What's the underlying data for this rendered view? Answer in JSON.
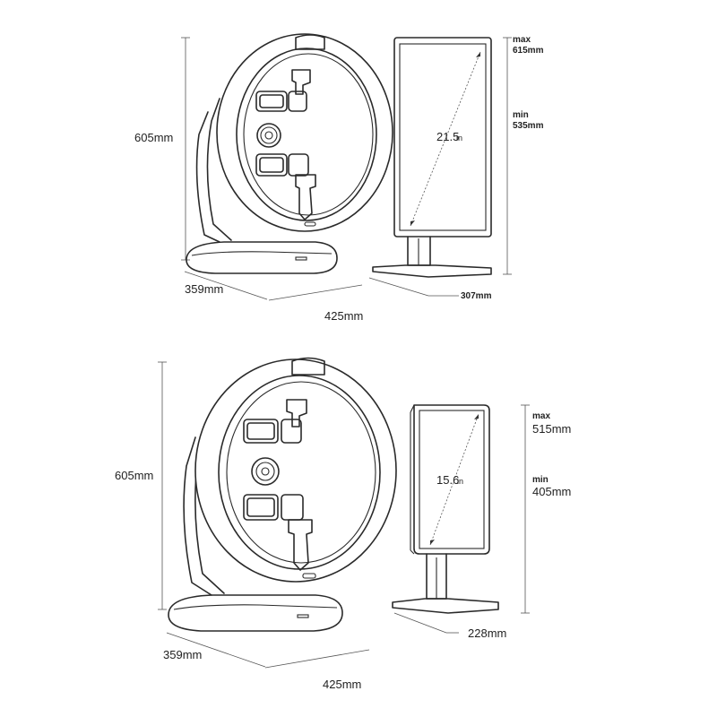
{
  "top": {
    "device_height": "605mm",
    "device_depth": "359mm",
    "device_width": "425mm",
    "monitor_max_label": "max",
    "monitor_max_value": "615mm",
    "monitor_min_label": "min",
    "monitor_min_value": "535mm",
    "monitor_depth": "307mm",
    "screen_size_number": "21.5",
    "screen_size_unit": "in"
  },
  "bottom": {
    "device_height": "605mm",
    "device_depth": "359mm",
    "device_width": "425mm",
    "monitor_max_label": "max",
    "monitor_max_value": "515mm",
    "monitor_min_label": "min",
    "monitor_min_value": "405mm",
    "monitor_depth": "228mm",
    "screen_size_number": "15.6",
    "screen_size_unit": "in"
  }
}
